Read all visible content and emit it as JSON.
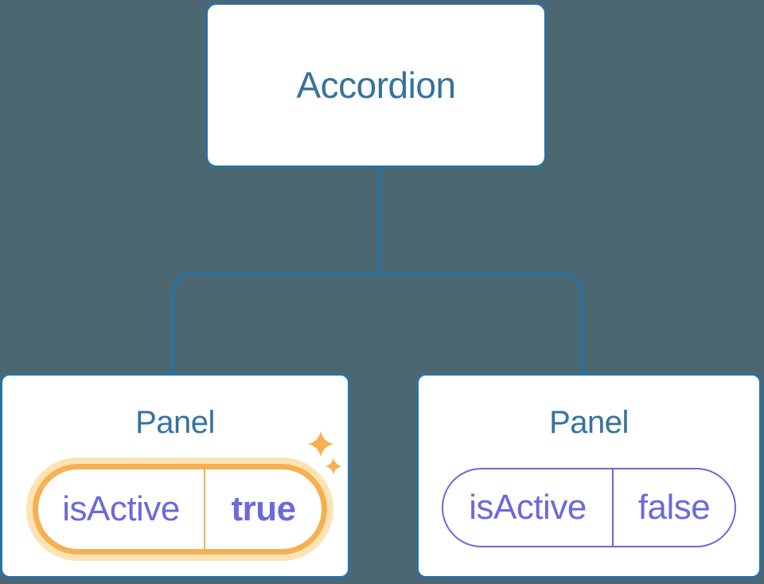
{
  "diagram": {
    "root": {
      "label": "Accordion"
    },
    "panels": [
      {
        "label": "Panel",
        "state": {
          "key": "isActive",
          "value": "true"
        },
        "highlighted": true,
        "highlight_icon": "sparkles-icon"
      },
      {
        "label": "Panel",
        "state": {
          "key": "isActive",
          "value": "false"
        },
        "highlighted": false
      }
    ]
  },
  "colors": {
    "background": "#4B6772",
    "connector_blue": "#2B71A1",
    "node_text_blue": "#34739C",
    "state_purple": "#6B69DB",
    "highlight_orange": "#F5B052",
    "highlight_orange_pale": "#FBE3B3",
    "node_white": "#FFFFFF"
  }
}
